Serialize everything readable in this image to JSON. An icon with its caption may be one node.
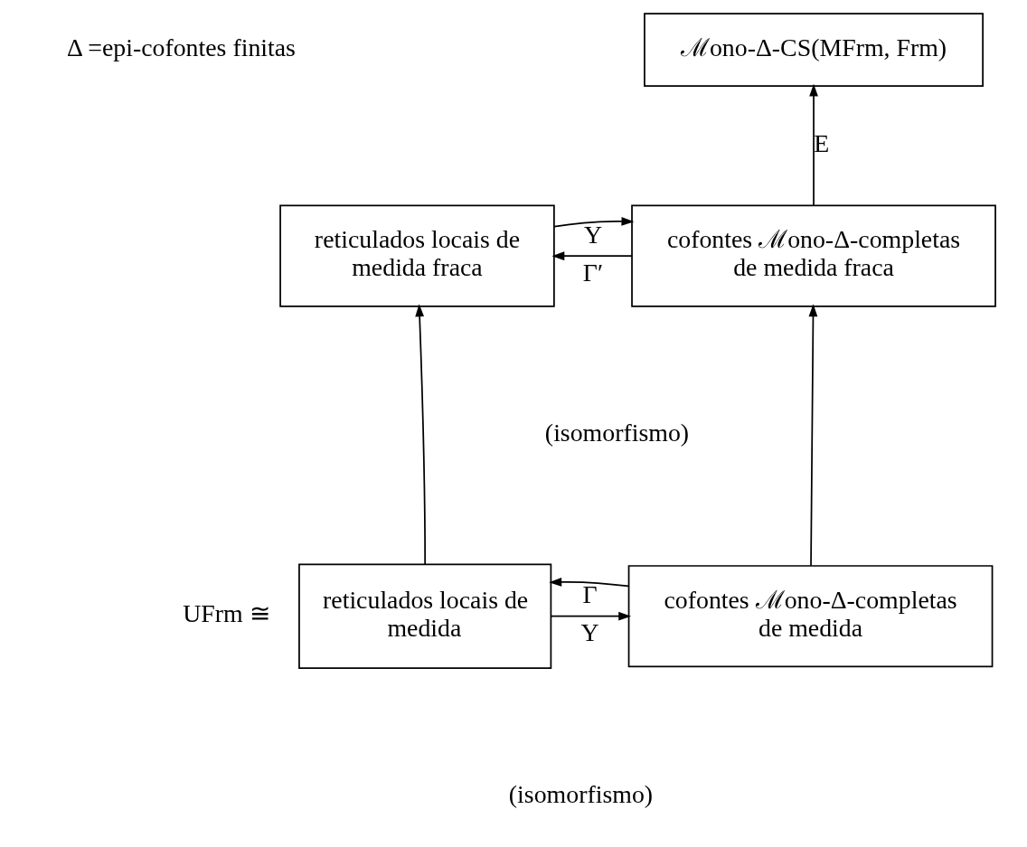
{
  "diagram": {
    "nodes": [
      {
        "text": [
          "ℳono-Δ-CS(MFrm, Frm)"
        ]
      },
      {
        "text": [
          "reticulados locais de medida fraca"
        ]
      },
      {
        "text": [
          "cofontes ℳono-Δ-completas de medida fraca"
        ]
      },
      {
        "text": [
          "reticulados locais de medida"
        ],
        "beside": [
          "UFrm ≅"
        ]
      },
      {
        "text": [
          "cofontes ℳono-Δ-completas de medida"
        ]
      }
    ],
    "edges": [
      {
        "from": 2,
        "to": 0,
        "arrow": "to",
        "label": "E"
      },
      {
        "from": 1,
        "to": 2,
        "arrow": "to",
        "label": "Υ"
      },
      {
        "from": 2,
        "to": 1,
        "arrow": "to",
        "label": "Γ′"
      },
      {
        "from": 3,
        "to": 1,
        "arrow": "to"
      },
      {
        "from": 4,
        "to": 2,
        "arrow": "to"
      },
      {
        "from": 3,
        "to": 4,
        "arrow": "to",
        "label": "Υ"
      },
      {
        "from": 4,
        "to": 3,
        "arrow": "to",
        "label": "Γ"
      }
    ],
    "labels": [
      "Δ =epi-cofontes finitas",
      "(isomorfismo)",
      "(isomorfismo)"
    ]
  }
}
